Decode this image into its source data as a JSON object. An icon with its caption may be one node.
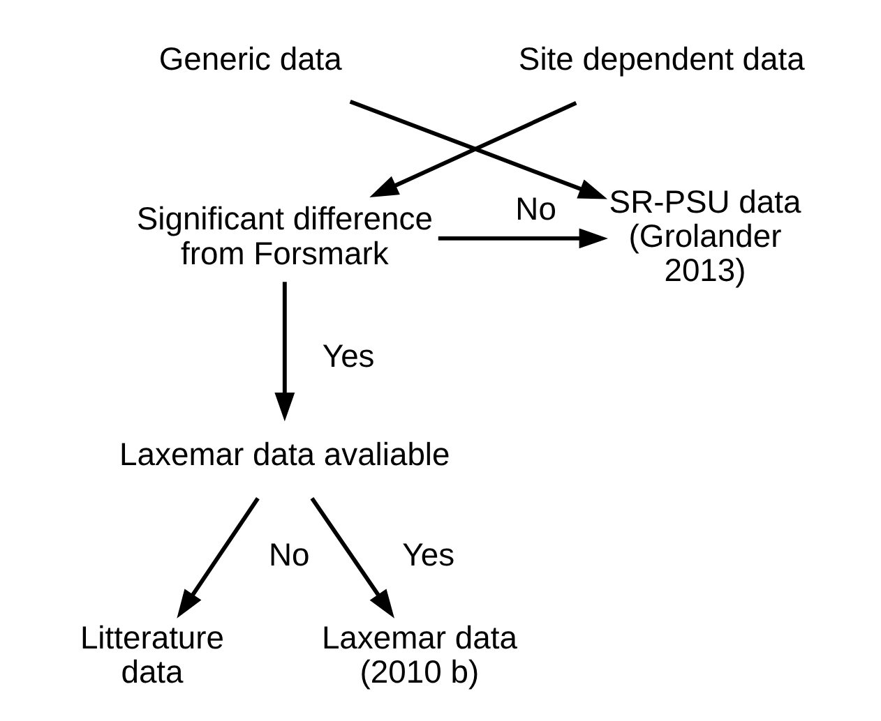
{
  "diagram": {
    "nodes": [
      {
        "text": [
          "Generic data"
        ]
      },
      {
        "text": [
          "Site dependent data"
        ]
      },
      {
        "text": [
          "Significant difference from Forsmark"
        ]
      },
      {
        "text": [
          "SR-PSU data (Grolander 2013)"
        ]
      },
      {
        "text": [
          "Laxemar data avaliable"
        ]
      },
      {
        "text": [
          "Litterature data"
        ]
      },
      {
        "text": [
          "Laxemar data (2010 b)"
        ]
      }
    ],
    "edges": [
      {
        "from": 0,
        "to": 3,
        "arrow": "to"
      },
      {
        "from": 1,
        "to": 2,
        "arrow": "to"
      },
      {
        "from": 2,
        "to": 3,
        "arrow": "to",
        "label": "No"
      },
      {
        "from": 2,
        "to": 4,
        "arrow": "to",
        "label": "Yes"
      },
      {
        "from": 4,
        "to": 5,
        "arrow": "to",
        "label": "No"
      },
      {
        "from": 4,
        "to": 6,
        "arrow": "to",
        "label": "Yes"
      }
    ]
  }
}
